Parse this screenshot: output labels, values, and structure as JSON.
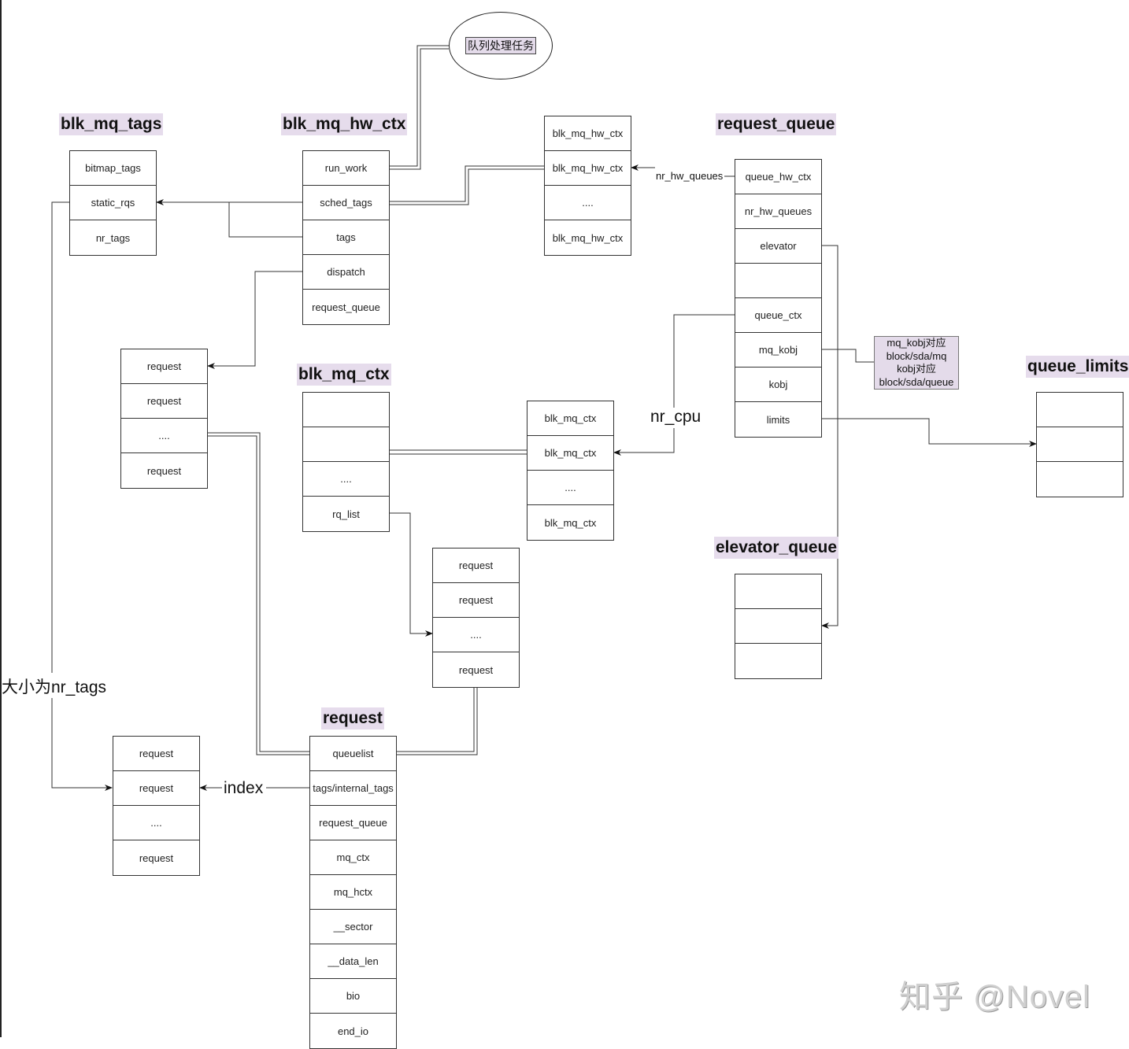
{
  "ellipse": {
    "text": "队列处理任务"
  },
  "titles": {
    "blk_mq_tags": "blk_mq_tags",
    "blk_mq_hw_ctx": "blk_mq_hw_ctx",
    "request_queue": "request_queue",
    "blk_mq_ctx": "blk_mq_ctx",
    "queue_limits": "queue_limits",
    "elevator_queue": "elevator_queue",
    "request": "request"
  },
  "structs": {
    "blk_mq_tags": [
      "bitmap_tags",
      "static_rqs",
      "nr_tags"
    ],
    "blk_mq_hw_ctx": [
      "run_work",
      "sched_tags",
      "tags",
      "dispatch",
      "request_queue"
    ],
    "hw_ctx_array": [
      "blk_mq_hw_ctx",
      "blk_mq_hw_ctx",
      "....",
      "blk_mq_hw_ctx"
    ],
    "request_queue": [
      "queue_hw_ctx",
      "nr_hw_queues",
      "elevator",
      "",
      "queue_ctx",
      "mq_kobj",
      "kobj",
      "limits"
    ],
    "dispatch_list": [
      "request",
      "request",
      "....",
      "request"
    ],
    "blk_mq_ctx": [
      "",
      "",
      "....",
      "rq_list"
    ],
    "ctx_array": [
      "blk_mq_ctx",
      "blk_mq_ctx",
      "....",
      "blk_mq_ctx"
    ],
    "rq_list_requests": [
      "request",
      "request",
      "....",
      "request"
    ],
    "queue_limits": [
      "",
      "",
      ""
    ],
    "elevator_queue": [
      "",
      "",
      ""
    ],
    "static_rqs_array": [
      "request",
      "request",
      "....",
      "request"
    ],
    "request": [
      "queuelist",
      "tags/internal_tags",
      "request_queue",
      "mq_ctx",
      "mq_hctx",
      "__sector",
      "__data_len",
      "bio",
      "end_io"
    ]
  },
  "labels": {
    "nr_hw_queues": "nr_hw_queues",
    "nr_cpu": "nr_cpu",
    "index": "index",
    "size_nr_tags": "大小为nr_tags"
  },
  "note": {
    "lines": [
      "mq_kobj对应",
      "block/sda/mq",
      "kobj对应",
      "block/sda/queue"
    ]
  },
  "watermark": "知乎 @Novel",
  "colors": {
    "title_bg": "#e6dcec",
    "note_bg": "#e4dbea",
    "line": "#333333"
  }
}
